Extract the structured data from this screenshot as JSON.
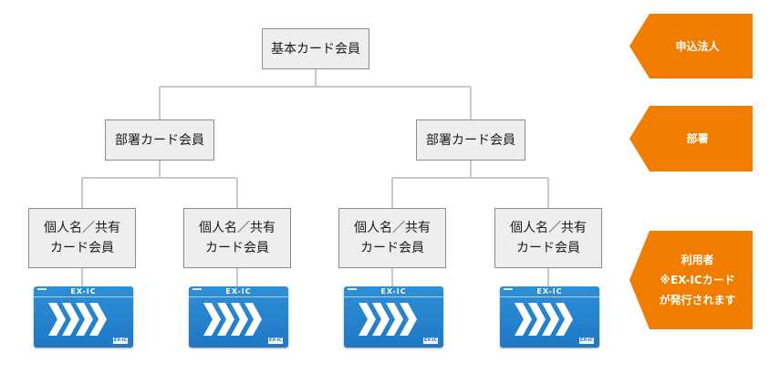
{
  "tree": {
    "root": {
      "label": "基本カード会員"
    },
    "departments": [
      {
        "label": "部署カード会員"
      },
      {
        "label": "部署カード会員"
      }
    ],
    "individuals": [
      {
        "line1": "個人名／共有",
        "line2": "カード会員"
      },
      {
        "line1": "個人名／共有",
        "line2": "カード会員"
      },
      {
        "line1": "個人名／共有",
        "line2": "カード会員"
      },
      {
        "line1": "個人名／共有",
        "line2": "カード会員"
      }
    ],
    "cards": [
      {
        "brand": "EX-IC",
        "mark": "EX-IC"
      },
      {
        "brand": "EX-IC",
        "mark": "EX-IC"
      },
      {
        "brand": "EX-IC",
        "mark": "EX-IC"
      },
      {
        "brand": "EX-IC",
        "mark": "EX-IC"
      }
    ]
  },
  "levels": [
    {
      "lines": [
        "申込法人"
      ]
    },
    {
      "lines": [
        "部署"
      ]
    },
    {
      "lines": [
        "利用者",
        "※EX-ICカード",
        "が発行されます"
      ]
    }
  ],
  "colors": {
    "tag": "#f07d00",
    "card": "#1f78c4",
    "box_fill": "#eeeef0",
    "connector": "#c8c8c8"
  }
}
